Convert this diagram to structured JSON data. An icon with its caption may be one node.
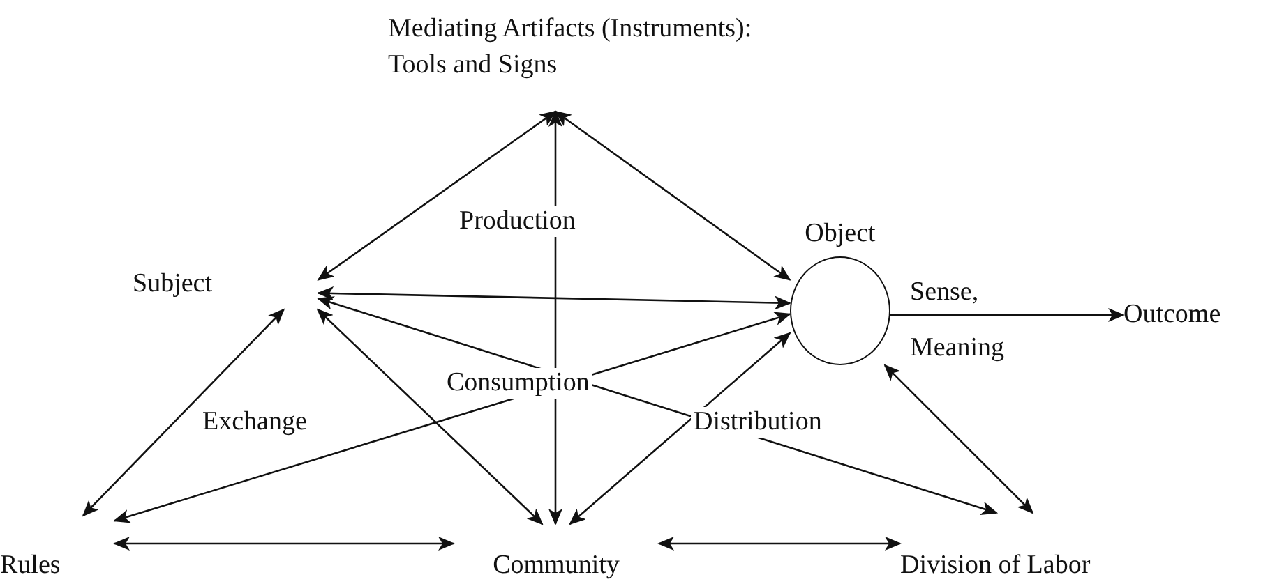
{
  "diagram": {
    "nodes": [
      {
        "text": [
          "Mediating Artifacts (Instruments): Tools and Signs"
        ]
      },
      {
        "text": [
          "Subject"
        ]
      },
      {
        "text": [
          "Object"
        ]
      },
      {
        "text": [
          "Outcome"
        ]
      },
      {
        "text": [
          "Rules"
        ]
      },
      {
        "text": [
          "Community"
        ]
      },
      {
        "text": [
          "Division of Labor"
        ]
      }
    ],
    "edges": [
      {
        "from": 1,
        "to": 0,
        "arrow": "both"
      },
      {
        "from": 0,
        "to": 5,
        "arrow": "both"
      },
      {
        "from": 0,
        "to": 2,
        "arrow": "both"
      },
      {
        "from": 1,
        "to": 2,
        "arrow": "both"
      },
      {
        "from": 1,
        "to": 4,
        "arrow": "both"
      },
      {
        "from": 1,
        "to": 5,
        "arrow": "both"
      },
      {
        "from": 1,
        "to": 6,
        "arrow": "both"
      },
      {
        "from": 4,
        "to": 2,
        "arrow": "both"
      },
      {
        "from": 2,
        "to": 5,
        "arrow": "both"
      },
      {
        "from": 2,
        "to": 6,
        "arrow": "both"
      },
      {
        "from": 4,
        "to": 5,
        "arrow": "both"
      },
      {
        "from": 5,
        "to": 6,
        "arrow": "both"
      },
      {
        "from": 2,
        "to": 3,
        "arrow": "to",
        "label": "Sense, Meaning"
      }
    ],
    "labels": [
      "Production",
      "Consumption",
      "Exchange",
      "Distribution"
    ]
  }
}
